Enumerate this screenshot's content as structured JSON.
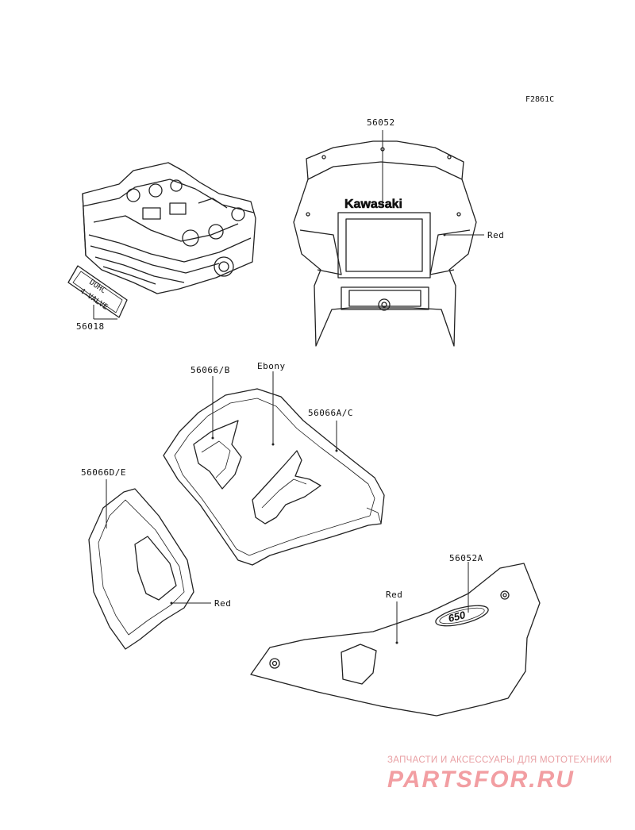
{
  "figure_code": "F2861C",
  "parts": {
    "fairing_emblem": "56052",
    "cylinder_head_emblem": "56018",
    "tank_mark_b": "56066/B",
    "tank_mark_ac": "56066A/C",
    "side_mark_de": "56066D/E",
    "side_cover_mark": "56052A"
  },
  "color_notes": {
    "fairing": "Red",
    "tank": "Ebony",
    "side_panel": "Red",
    "side_cover": "Red"
  },
  "artwork_text": {
    "fairing_logo": "Kawasaki",
    "emblem_line1": "DOHC",
    "emblem_line2": "4-VALVE",
    "side_cover_model": "650"
  },
  "watermark": {
    "tagline": "ЗАПЧАСТИ И АКСЕССУАРЫ ДЛЯ МОТОТЕХНИКИ",
    "logo": "PARTSFOR.RU"
  }
}
